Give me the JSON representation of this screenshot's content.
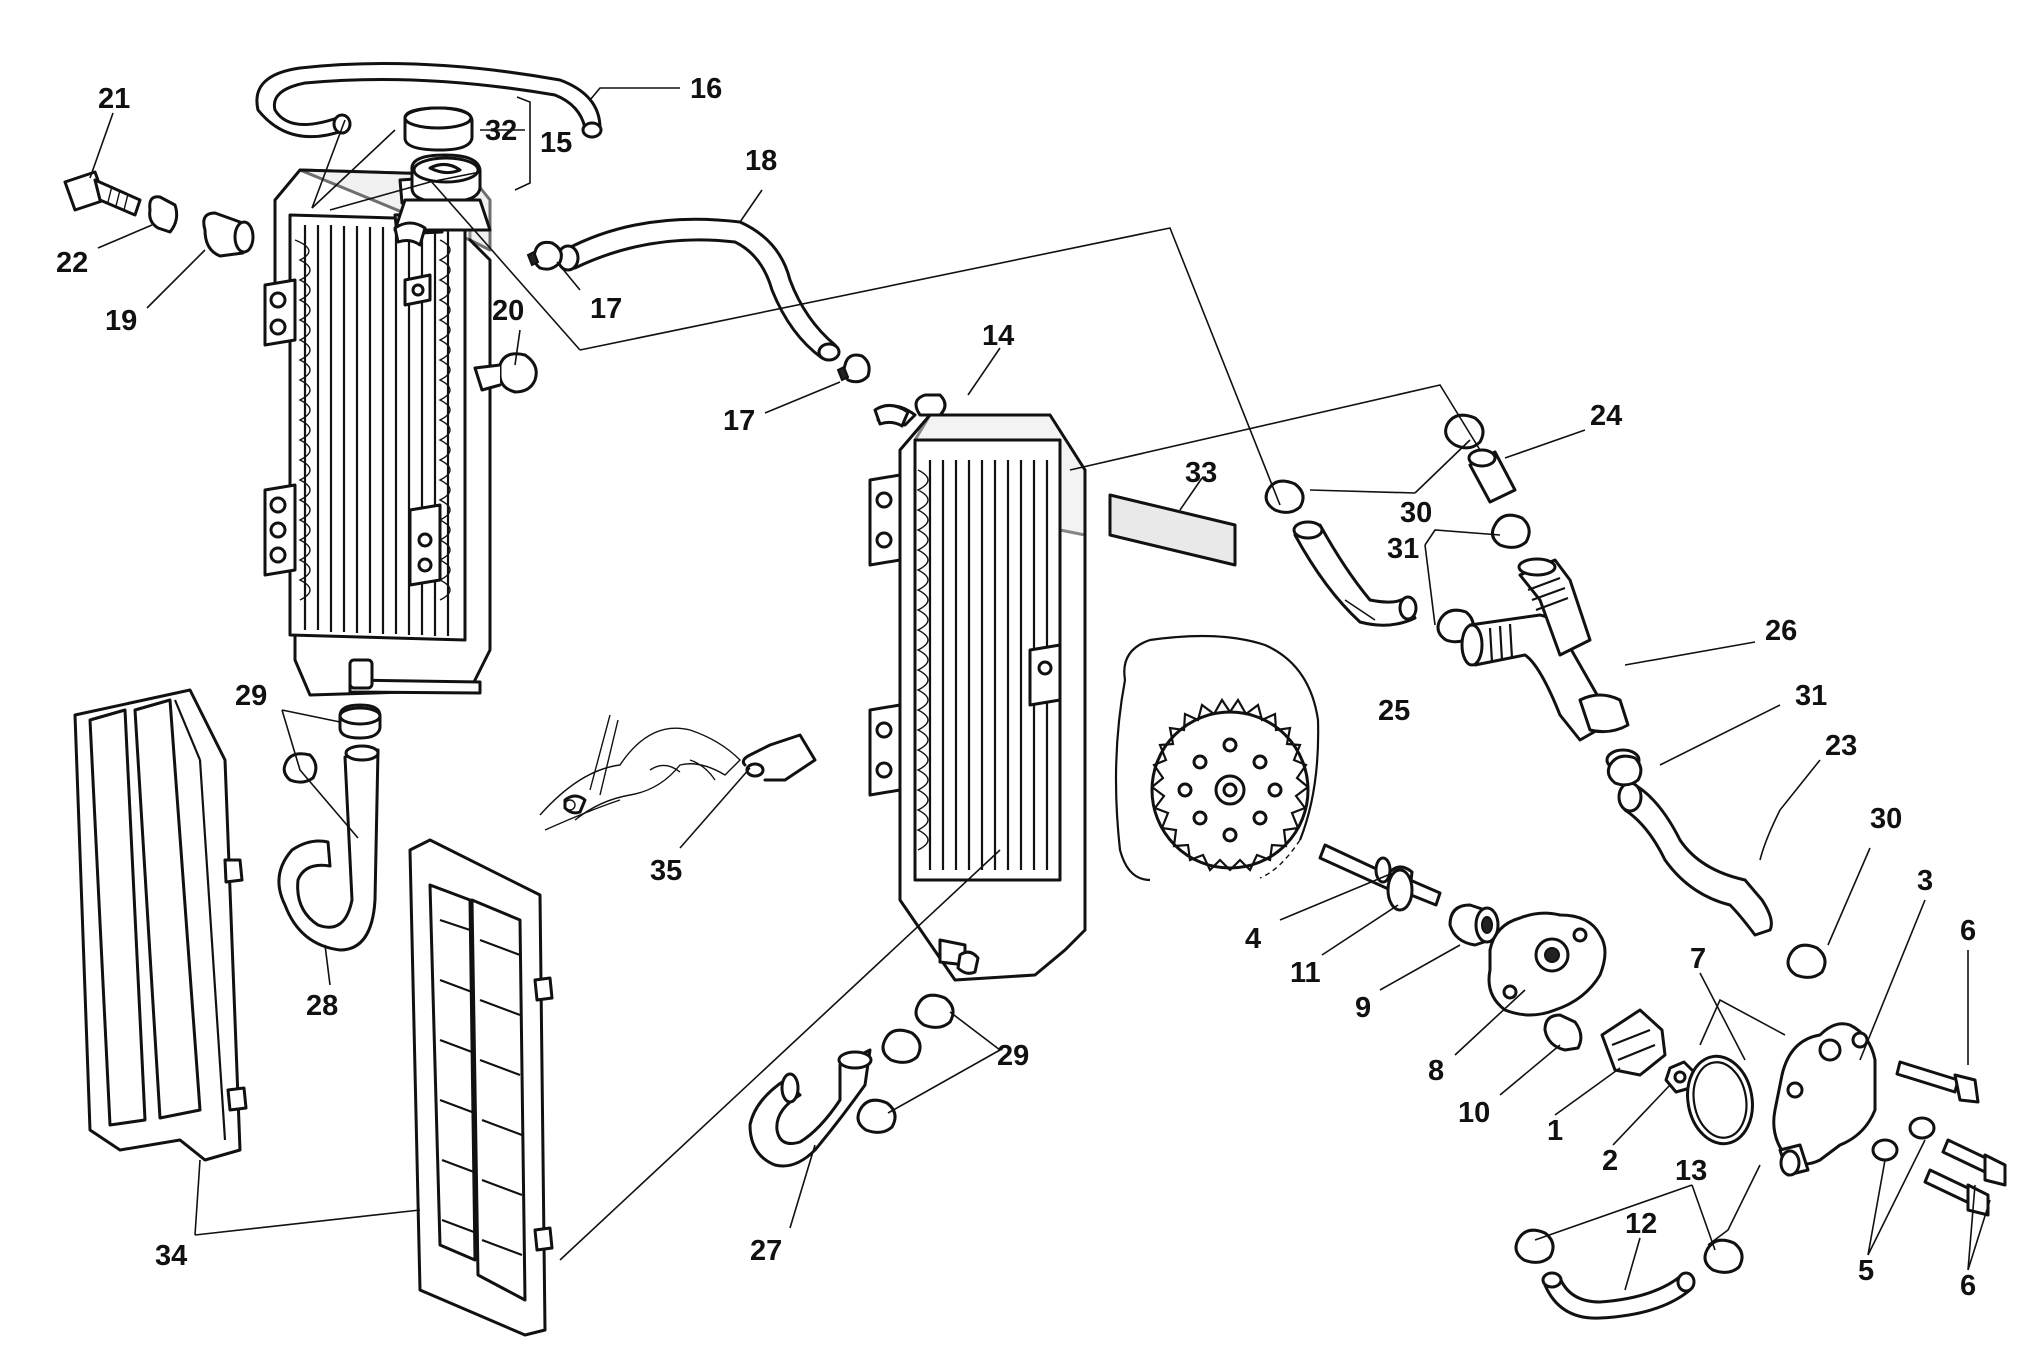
{
  "figure": {
    "callouts": [
      {
        "id": "c21",
        "text": "21"
      },
      {
        "id": "c22",
        "text": "22"
      },
      {
        "id": "c19",
        "text": "19"
      },
      {
        "id": "c16",
        "text": "16"
      },
      {
        "id": "c32",
        "text": "32"
      },
      {
        "id": "c15",
        "text": "15"
      },
      {
        "id": "c17a",
        "text": "17"
      },
      {
        "id": "c20",
        "text": "20"
      },
      {
        "id": "c18",
        "text": "18"
      },
      {
        "id": "c17b",
        "text": "17"
      },
      {
        "id": "c14",
        "text": "14"
      },
      {
        "id": "c24",
        "text": "24"
      },
      {
        "id": "c33",
        "text": "33"
      },
      {
        "id": "c30a",
        "text": "30"
      },
      {
        "id": "c31a",
        "text": "31"
      },
      {
        "id": "c26",
        "text": "26"
      },
      {
        "id": "c25",
        "text": "25"
      },
      {
        "id": "c31b",
        "text": "31"
      },
      {
        "id": "c23",
        "text": "23"
      },
      {
        "id": "c30b",
        "text": "30"
      },
      {
        "id": "c3",
        "text": "3"
      },
      {
        "id": "c6a",
        "text": "6"
      },
      {
        "id": "c7",
        "text": "7"
      },
      {
        "id": "c4",
        "text": "4"
      },
      {
        "id": "c11",
        "text": "11"
      },
      {
        "id": "c9",
        "text": "9"
      },
      {
        "id": "c8",
        "text": "8"
      },
      {
        "id": "c10",
        "text": "10"
      },
      {
        "id": "c1",
        "text": "1"
      },
      {
        "id": "c2",
        "text": "2"
      },
      {
        "id": "c13",
        "text": "13"
      },
      {
        "id": "c12",
        "text": "12"
      },
      {
        "id": "c5",
        "text": "5"
      },
      {
        "id": "c6b",
        "text": "6"
      },
      {
        "id": "c29a",
        "text": "29"
      },
      {
        "id": "c28",
        "text": "28"
      },
      {
        "id": "c35",
        "text": "35"
      },
      {
        "id": "c29b",
        "text": "29"
      },
      {
        "id": "c27",
        "text": "27"
      },
      {
        "id": "c34",
        "text": "34"
      }
    ]
  }
}
